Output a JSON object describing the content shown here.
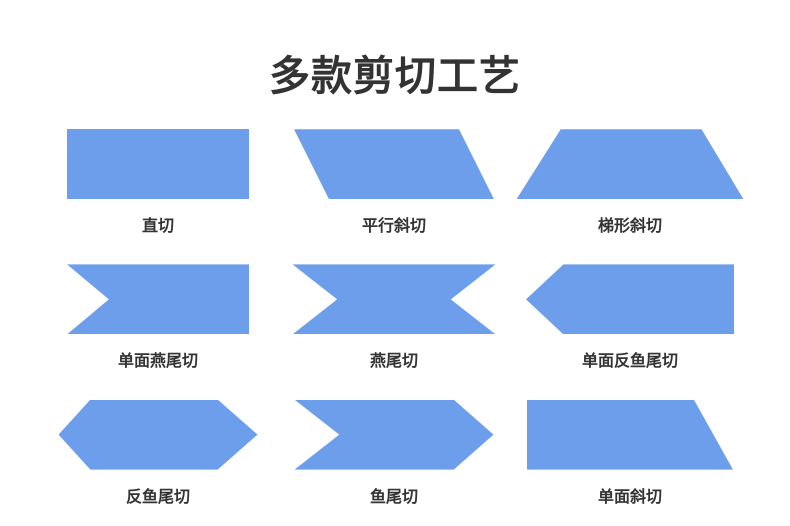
{
  "title": "多款剪切工艺",
  "colors": {
    "shape_fill": "#6D9EEB",
    "title_text": "#333333",
    "label_text": "#333333",
    "background": "#FFFFFF"
  },
  "shapes": [
    {
      "label": "直切",
      "shape": "straight"
    },
    {
      "label": "平行斜切",
      "shape": "parallel-bevel"
    },
    {
      "label": "梯形斜切",
      "shape": "trapezoid-bevel"
    },
    {
      "label": "单面燕尾切",
      "shape": "single-dovetail"
    },
    {
      "label": "燕尾切",
      "shape": "dovetail"
    },
    {
      "label": "单面反鱼尾切",
      "shape": "single-reverse-fishtail"
    },
    {
      "label": "反鱼尾切",
      "shape": "reverse-fishtail"
    },
    {
      "label": "鱼尾切",
      "shape": "fishtail"
    },
    {
      "label": "单面斜切",
      "shape": "single-bevel"
    }
  ]
}
